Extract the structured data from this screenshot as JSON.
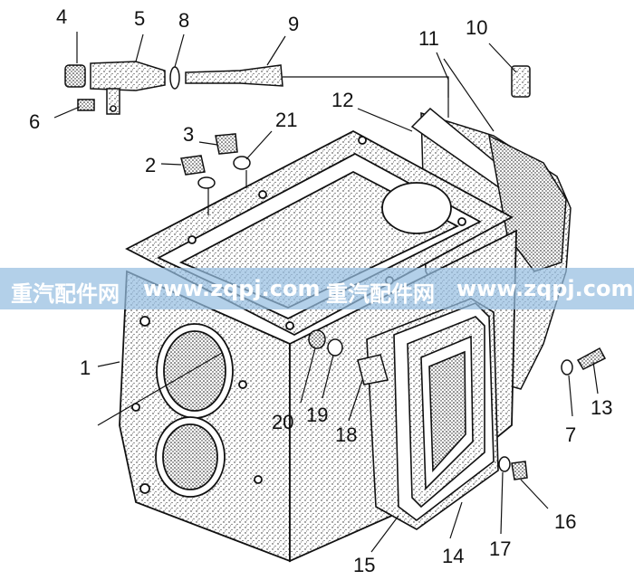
{
  "colors": {
    "ink": "#111111",
    "paper": "#ffffff",
    "watermark_band": "#96bee1",
    "watermark_text": "#ffffff"
  },
  "callouts": {
    "c1": "1",
    "c2": "2",
    "c3": "3",
    "c4": "4",
    "c5": "5",
    "c6": "6",
    "c7": "7",
    "c8": "8",
    "c9": "9",
    "c10": "10",
    "c11": "11",
    "c12": "12",
    "c13": "13",
    "c14": "14",
    "c15": "15",
    "c16": "16",
    "c17": "17",
    "c18": "18",
    "c19": "19",
    "c20": "20",
    "c21": "21"
  },
  "watermark": {
    "brand1": "重汽配件网",
    "url1": "www.zqpj.com",
    "brand2": "重汽配件网",
    "url2": "www.zqpj.com"
  }
}
